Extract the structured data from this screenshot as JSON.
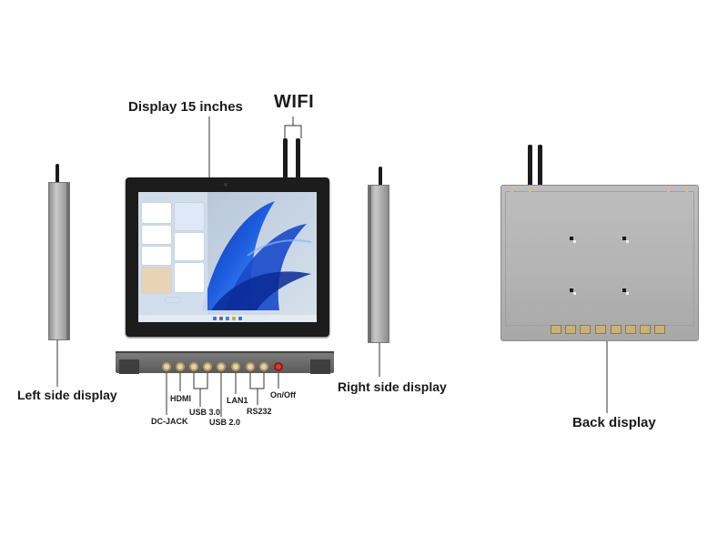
{
  "labels": {
    "display": "Display 15 inches",
    "wifi": "WIFI",
    "left_side": "Left side display",
    "right_side": "Right side display",
    "back": "Back display"
  },
  "ports": {
    "dc_jack": "DC-JACK",
    "hdmi": "HDMI",
    "usb3": "USB 3.0",
    "usb2": "USB 2.0",
    "lan1": "LAN1",
    "rs232": "RS232",
    "onoff": "On/Off"
  },
  "colors": {
    "bezel": "#1c1c1c",
    "panel": "#b5b5b5",
    "port_gold": "#e3d2a7",
    "power_red": "#e23b2c"
  },
  "icons": [
    "antenna-icon",
    "windows-wallpaper"
  ]
}
